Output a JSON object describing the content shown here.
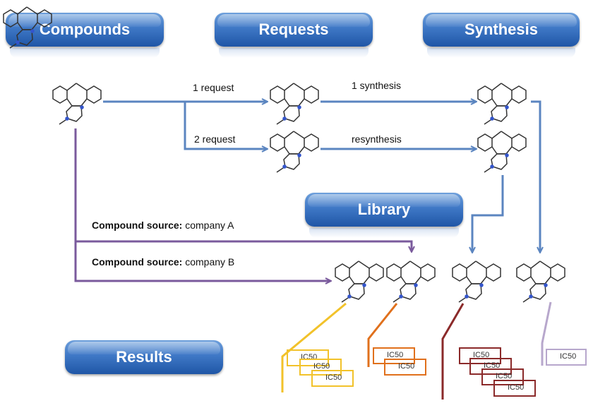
{
  "headers": {
    "compounds": "Compounds",
    "requests": "Requests",
    "synthesis": "Synthesis",
    "library": "Library",
    "results": "Results"
  },
  "flow_labels": {
    "request_1": "1 request",
    "request_2": "2 request",
    "synthesis_1": "1 synthesis",
    "resynthesis": "resynthesis"
  },
  "sources": {
    "a_key": "Compound source:",
    "a_value": " company A",
    "b_key": "Compound source:",
    "b_value": " company B"
  },
  "ic50_label": "IC50",
  "colors": {
    "header_blue": "#2f6ab8",
    "flow_arrow": "#5b85c0",
    "source_arrow": "#7a5a9c",
    "result_yellow": "#f2c22a",
    "result_orange": "#e0701c",
    "result_darkred": "#8b2a2a",
    "result_lavender": "#b7a7cc"
  }
}
